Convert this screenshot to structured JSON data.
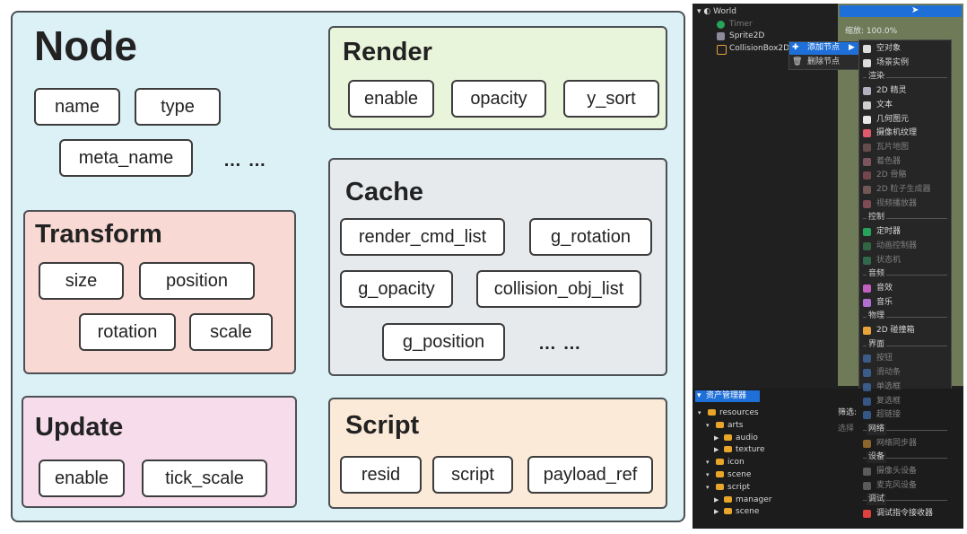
{
  "diagram": {
    "node": {
      "title": "Node",
      "fields": [
        "name",
        "type",
        "meta_name"
      ],
      "ellipsis": "… …"
    },
    "render": {
      "title": "Render",
      "fields": [
        "enable",
        "opacity",
        "y_sort"
      ]
    },
    "cache": {
      "title": "Cache",
      "fields": [
        "render_cmd_list",
        "g_rotation",
        "g_opacity",
        "collision_obj_list",
        "g_position"
      ],
      "ellipsis": "… …"
    },
    "transform": {
      "title": "Transform",
      "fields": [
        "size",
        "position",
        "rotation",
        "scale"
      ]
    },
    "update": {
      "title": "Update",
      "fields": [
        "enable",
        "tick_scale"
      ]
    },
    "script": {
      "title": "Script",
      "fields": [
        "resid",
        "script",
        "payload_ref"
      ]
    }
  },
  "editor": {
    "scene_tree": [
      {
        "label": "World",
        "icon": "world-icon"
      },
      {
        "label": "Timer",
        "icon": "timer-icon"
      },
      {
        "label": "Sprite2D",
        "icon": "sprite-icon"
      },
      {
        "label": "CollisionBox2D",
        "icon": "collision-icon"
      }
    ],
    "zoom_label": "缩放: 100.0%",
    "context_menu": {
      "add_node": "添加节点",
      "delete_node": "删除节点"
    },
    "submenu": {
      "top_items": [
        {
          "label": "空对象",
          "icon": "empty-object-icon"
        },
        {
          "label": "场景实例",
          "icon": "scene-instance-icon"
        }
      ],
      "groups": [
        {
          "header": "渲染",
          "items": [
            {
              "label": "2D 精灵",
              "icon": "sprite-2d-icon",
              "enabled": true
            },
            {
              "label": "文本",
              "icon": "text-icon",
              "enabled": true
            },
            {
              "label": "几何图元",
              "icon": "geometry-icon",
              "enabled": true
            },
            {
              "label": "摄像机纹理",
              "icon": "camera-texture-icon",
              "enabled": true
            },
            {
              "label": "瓦片地图",
              "icon": "tilemap-icon",
              "enabled": false
            },
            {
              "label": "着色器",
              "icon": "shader-icon",
              "enabled": false
            },
            {
              "label": "2D 骨骼",
              "icon": "skeleton-icon",
              "enabled": false
            },
            {
              "label": "2D 粒子生成器",
              "icon": "particle-icon",
              "enabled": false
            },
            {
              "label": "视频播放器",
              "icon": "video-player-icon",
              "enabled": false
            }
          ]
        },
        {
          "header": "控制",
          "items": [
            {
              "label": "定时器",
              "icon": "timer-icon",
              "enabled": true
            },
            {
              "label": "动画控制器",
              "icon": "animation-icon",
              "enabled": false
            },
            {
              "label": "状态机",
              "icon": "state-machine-icon",
              "enabled": false
            }
          ]
        },
        {
          "header": "音频",
          "items": [
            {
              "label": "音效",
              "icon": "sound-effect-icon",
              "enabled": true
            },
            {
              "label": "音乐",
              "icon": "music-icon",
              "enabled": true
            }
          ]
        },
        {
          "header": "物理",
          "items": [
            {
              "label": "2D 碰撞箱",
              "icon": "collision-box-icon",
              "enabled": true
            }
          ]
        },
        {
          "header": "界面",
          "items": [
            {
              "label": "按钮",
              "icon": "button-icon",
              "enabled": false
            },
            {
              "label": "滑动条",
              "icon": "slider-icon",
              "enabled": false
            },
            {
              "label": "单选框",
              "icon": "radio-icon",
              "enabled": false
            },
            {
              "label": "复选框",
              "icon": "checkbox-icon",
              "enabled": false
            },
            {
              "label": "超链接",
              "icon": "hyperlink-icon",
              "enabled": false
            }
          ]
        },
        {
          "header": "网络",
          "items": [
            {
              "label": "网络同步器",
              "icon": "network-sync-icon",
              "enabled": false
            }
          ]
        },
        {
          "header": "设备",
          "items": [
            {
              "label": "摄像头设备",
              "icon": "webcam-icon",
              "enabled": false
            },
            {
              "label": "麦克风设备",
              "icon": "microphone-icon",
              "enabled": false
            }
          ]
        },
        {
          "header": "调试",
          "items": [
            {
              "label": "调试指令接收器",
              "icon": "debug-receiver-icon",
              "enabled": true
            }
          ]
        }
      ]
    },
    "asset_manager": {
      "title": "资产管理器",
      "filter_label": "筛选:",
      "select_label": "选择",
      "tree": [
        {
          "label": "resources",
          "depth": 0
        },
        {
          "label": "arts",
          "depth": 1
        },
        {
          "label": "audio",
          "depth": 2
        },
        {
          "label": "texture",
          "depth": 2
        },
        {
          "label": "icon",
          "depth": 1
        },
        {
          "label": "scene",
          "depth": 1
        },
        {
          "label": "script",
          "depth": 1
        },
        {
          "label": "manager",
          "depth": 2
        },
        {
          "label": "scene",
          "depth": 2
        }
      ]
    },
    "colors": {
      "panel_bg": "#202020",
      "viewport": "#6f7a58",
      "selection": "#1f6fd8",
      "folder": "#e9a52a"
    }
  }
}
